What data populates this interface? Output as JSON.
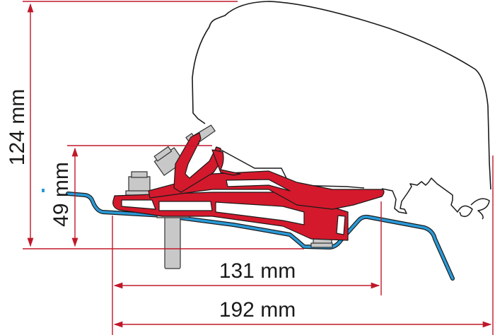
{
  "diagram": {
    "type": "technical-drawing",
    "subject": "awning mounting bracket cross-section",
    "dimensions": {
      "height_total": "124 mm",
      "height_bracket": "49 mm",
      "width_bracket": "131 mm",
      "width_total": "192 mm"
    },
    "parts": {
      "awning_case": "awning-housing-outline",
      "bracket": "red-aluminium-bracket",
      "roof": "blue-vehicle-roof-profile",
      "bolts": "grey-bolts-and-nuts",
      "rail": "awning-rail-profile"
    },
    "colors": {
      "dimension_line": "#c0182a",
      "bracket_fill": "#d4192c",
      "roof": "#2a9ad8",
      "bolt": "#c8c8c8",
      "outline": "#1a1a1a",
      "text": "#1a1a1a"
    }
  }
}
